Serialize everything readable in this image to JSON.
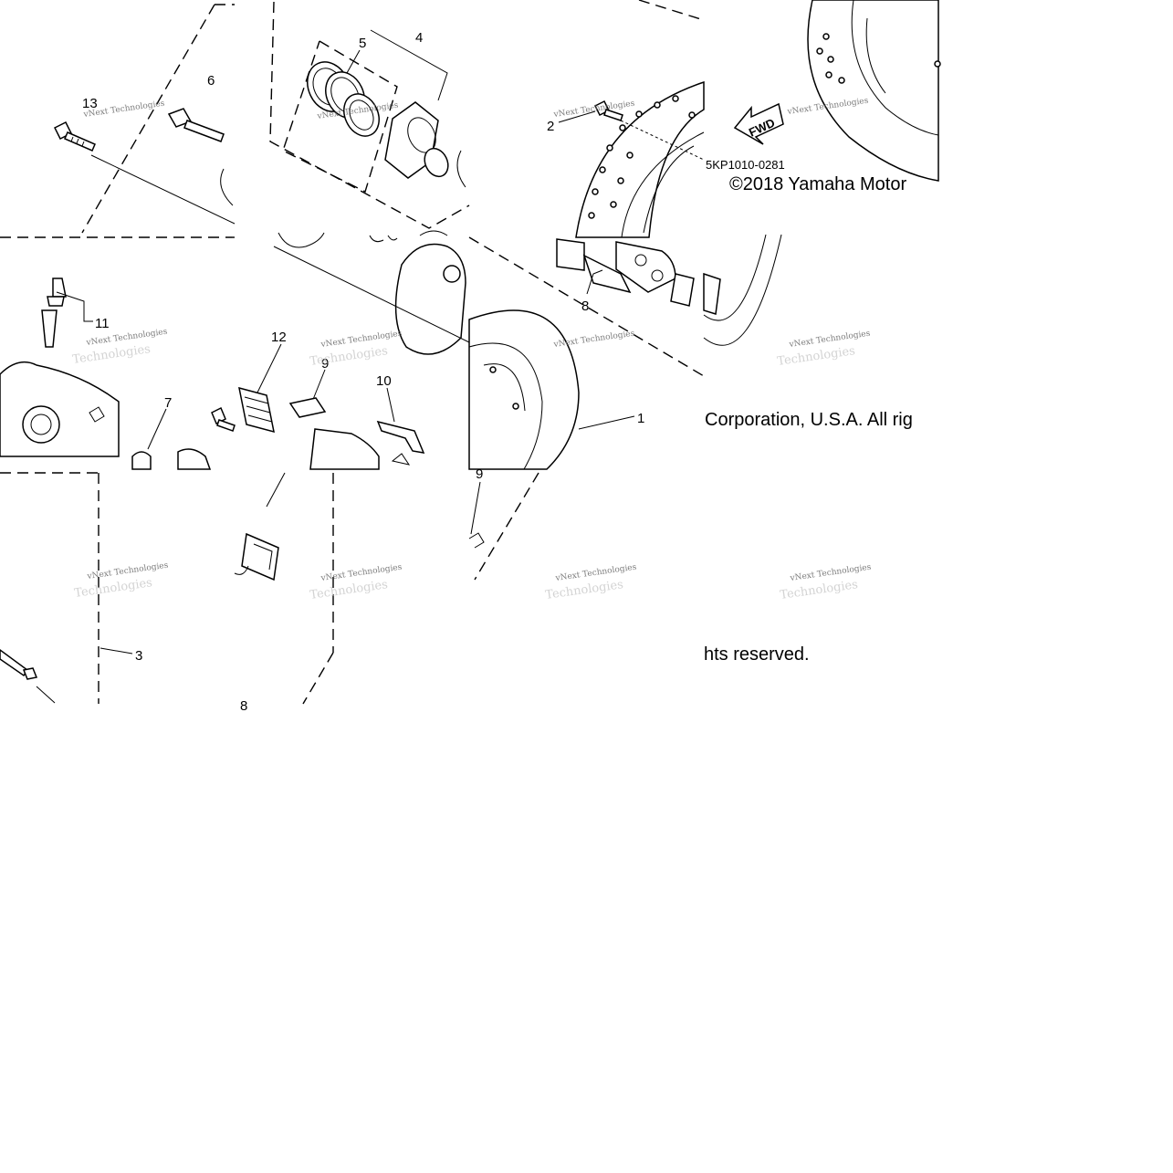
{
  "diagram": {
    "callouts": {
      "c1": "1",
      "c2": "2",
      "c3": "3",
      "c4": "4",
      "c5": "5",
      "c6": "6",
      "c7": "7",
      "c8": "8",
      "c8b": "8",
      "c9a": "9",
      "c9b": "9",
      "c10": "10",
      "c11": "11",
      "c12": "12",
      "c13": "13"
    },
    "drawing_code": "5KP1010-0281",
    "fwd_label": "FWD",
    "copyright": {
      "line1": "©2018 Yamaha Motor",
      "line2": "Corporation, U.S.A. All rig",
      "line3": "hts reserved."
    },
    "watermark": {
      "line1": "vNext Technologies",
      "line2": "Technologies"
    }
  }
}
